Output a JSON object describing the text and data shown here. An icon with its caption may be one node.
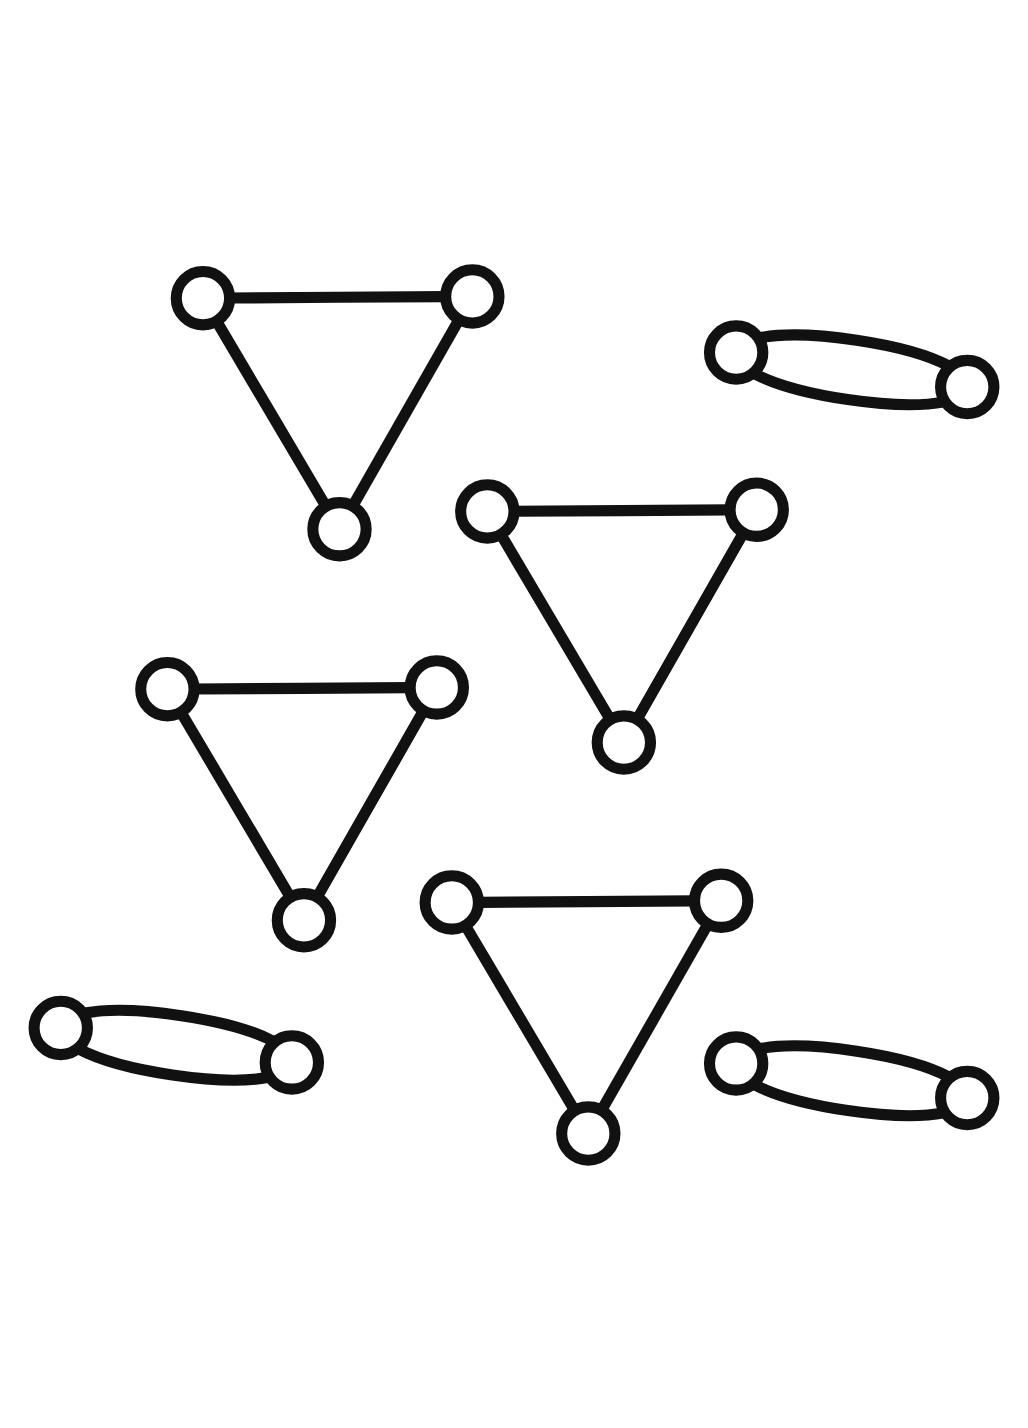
{
  "diagram": {
    "nodes": [
      {
        "text": [],
        "shape": "circle"
      },
      {
        "text": [],
        "shape": "circle"
      },
      {
        "text": [],
        "shape": "circle"
      },
      {
        "text": [],
        "shape": "circle"
      },
      {
        "text": [],
        "shape": "circle"
      },
      {
        "text": [],
        "shape": "circle"
      },
      {
        "text": [],
        "shape": "circle"
      },
      {
        "text": [],
        "shape": "circle"
      },
      {
        "text": [],
        "shape": "circle"
      },
      {
        "text": [],
        "shape": "circle"
      },
      {
        "text": [],
        "shape": "circle"
      },
      {
        "text": [],
        "shape": "circle"
      },
      {
        "text": [],
        "shape": "circle"
      },
      {
        "text": [],
        "shape": "circle"
      },
      {
        "text": [],
        "shape": "circle"
      },
      {
        "text": [],
        "shape": "circle"
      },
      {
        "text": [],
        "shape": "circle"
      },
      {
        "text": [],
        "shape": "circle"
      }
    ],
    "edges": [
      {
        "from": 0,
        "to": 1,
        "arrow": "none"
      },
      {
        "from": 0,
        "to": 2,
        "arrow": "none"
      },
      {
        "from": 1,
        "to": 2,
        "arrow": "none"
      },
      {
        "from": 3,
        "to": 4,
        "arrow": "none"
      },
      {
        "from": 3,
        "to": 7,
        "arrow": "none"
      },
      {
        "from": 4,
        "to": 7,
        "arrow": "none"
      },
      {
        "from": 5,
        "to": 6,
        "arrow": "none"
      },
      {
        "from": 5,
        "to": 6,
        "arrow": "none"
      },
      {
        "from": 8,
        "to": 10,
        "arrow": "none"
      },
      {
        "from": 8,
        "to": 11,
        "arrow": "none"
      },
      {
        "from": 10,
        "to": 11,
        "arrow": "none"
      },
      {
        "from": 9,
        "to": 12,
        "arrow": "none"
      },
      {
        "from": 9,
        "to": 12,
        "arrow": "none"
      },
      {
        "from": 13,
        "to": 16,
        "arrow": "none"
      },
      {
        "from": 13,
        "to": 16,
        "arrow": "none"
      },
      {
        "from": 14,
        "to": 15,
        "arrow": "none"
      },
      {
        "from": 14,
        "to": 17,
        "arrow": "none"
      },
      {
        "from": 15,
        "to": 17,
        "arrow": "none"
      }
    ]
  }
}
